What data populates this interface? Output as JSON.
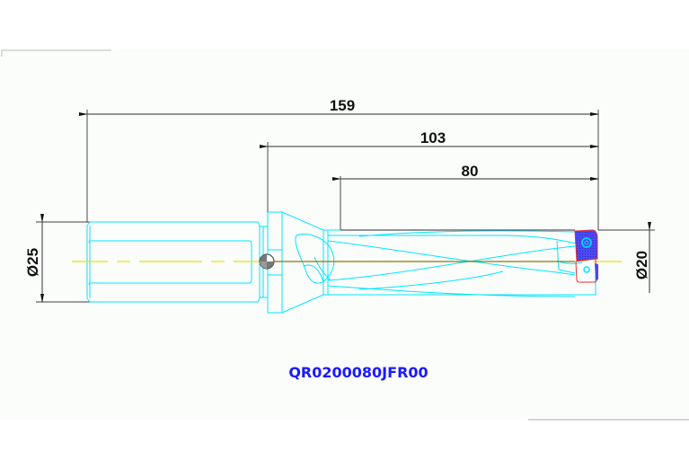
{
  "drawing": {
    "part_number": "QR0200080JFR00",
    "dimensions": {
      "overall_length": "159",
      "body_length": "103",
      "flute_length": "80",
      "shank_diameter": "Ø25",
      "drill_diameter": "Ø20"
    },
    "colors": {
      "outline": "#00e5ff",
      "dimension_lines": "#555555",
      "centerline": "#e6e600",
      "insert_fill": "#4040ff",
      "insert_outline": "#e03030",
      "part_number_text": "#1a1aff"
    }
  }
}
